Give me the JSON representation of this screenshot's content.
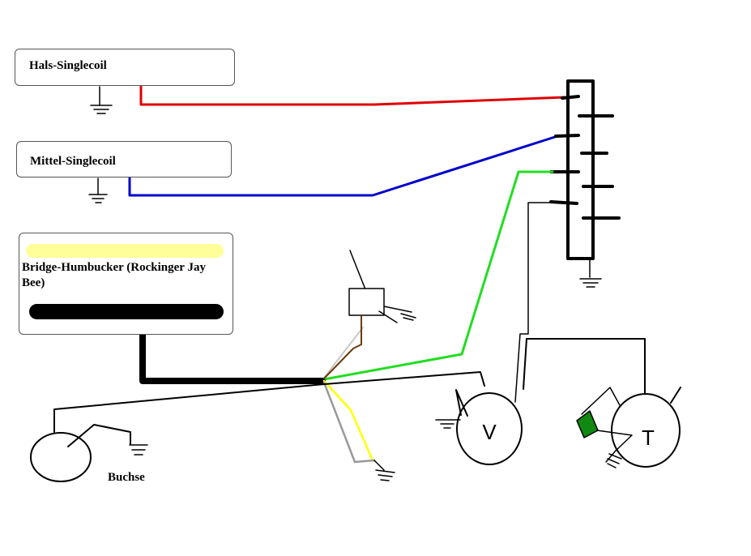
{
  "pickups": {
    "neck": {
      "label": "Hals-Singlecoil"
    },
    "middle": {
      "label": "Mittel-Singlecoil"
    },
    "bridge": {
      "label": "Bridge-Humbucker (Rockinger Jay Bee)"
    }
  },
  "jack": {
    "label": "Buchse"
  },
  "volume_pot": {
    "symbol": "V"
  },
  "tone_pot": {
    "symbol": "T"
  },
  "colors": {
    "neck_wire": "#e00000",
    "middle_wire": "#0000cc",
    "switch_wire": "#22dd22",
    "humbucker_coil_top": "#ffff99",
    "humbucker_coil_bottom": "#000000",
    "brown_wire": "#6b3a0a",
    "yellow_wire": "#ffff00",
    "gray_wire": "#999999",
    "silver_wire": "#c8c8c8",
    "capacitor": "#118811"
  }
}
